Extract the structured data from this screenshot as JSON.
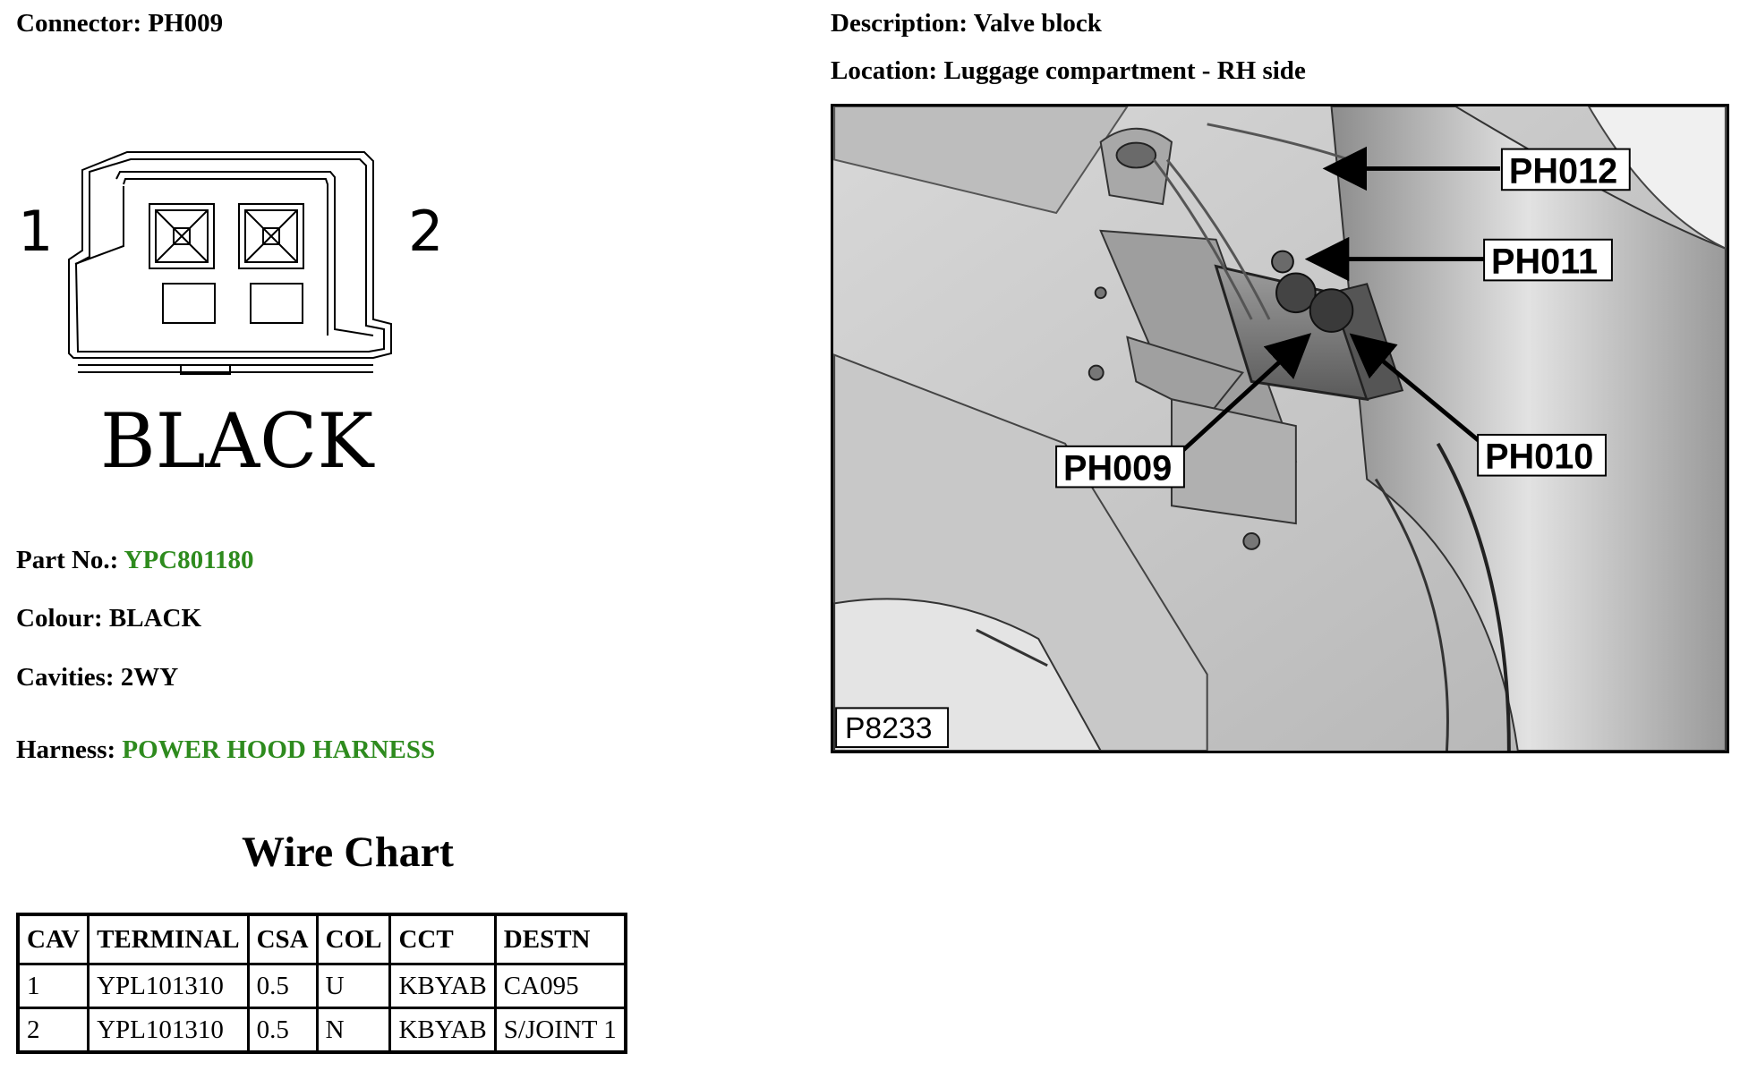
{
  "connector": {
    "label": "Connector:",
    "value": "PH009"
  },
  "description": {
    "label": "Description:",
    "value": "Valve block"
  },
  "location": {
    "label": "Location:",
    "value": "Luggage compartment - RH side"
  },
  "diagram": {
    "pin_left": "1",
    "pin_right": "2",
    "colour_text": "BLACK"
  },
  "part_no": {
    "label": "Part No.:",
    "value": "YPC801180"
  },
  "colour": {
    "label": "Colour:",
    "value": "BLACK"
  },
  "cavities": {
    "label": "Cavities:",
    "value": "2WY"
  },
  "harness": {
    "label": "Harness:",
    "value": "POWER HOOD HARNESS"
  },
  "wire_chart": {
    "title": "Wire Chart",
    "headers": [
      "CAV",
      "TERMINAL",
      "CSA",
      "COL",
      "CCT",
      "DESTN"
    ],
    "rows": [
      [
        "1",
        "YPL101310",
        "0.5",
        "U",
        "KBYAB",
        "CA095"
      ],
      [
        "2",
        "YPL101310",
        "0.5",
        "N",
        "KBYAB",
        "S/JOINT 1"
      ]
    ]
  },
  "photo": {
    "callouts": [
      "PH012",
      "PH011",
      "PH009",
      "PH010"
    ],
    "code": "P8233"
  },
  "colors": {
    "link_green": "#2e8b1e"
  }
}
